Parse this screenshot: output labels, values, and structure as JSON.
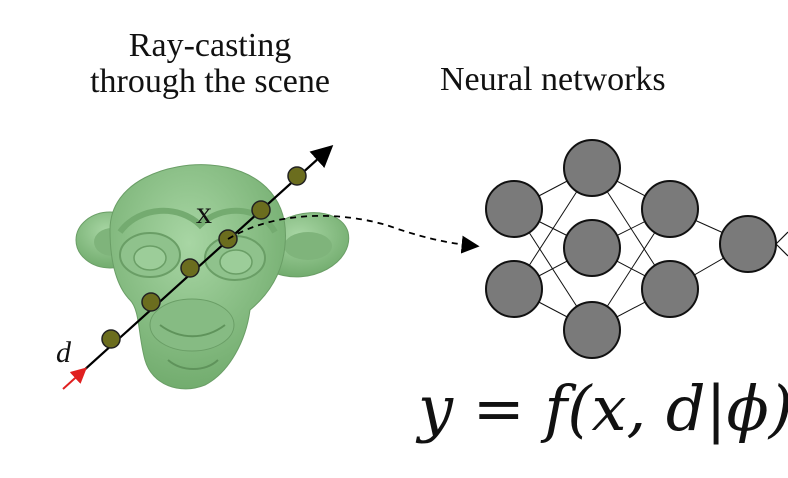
{
  "left_title_line1": "Ray-casting",
  "left_title_line2": "through the scene",
  "right_title": "Neural networks",
  "point_label": "x",
  "direction_label": "d",
  "formula": "y = f(x, d|ϕ)",
  "colors": {
    "monkey": "#8fc28c",
    "sample_point": "#6b6d1e",
    "ray": "#000000",
    "direction_arrow": "#e02020",
    "neuron": "#7a7a7a"
  }
}
